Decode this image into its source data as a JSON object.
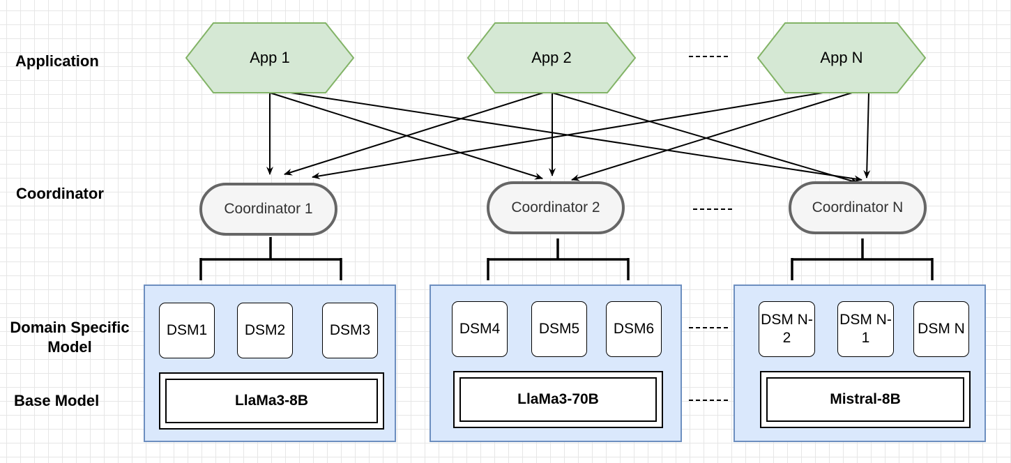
{
  "row_labels": {
    "application": "Application",
    "coordinator": "Coordinator",
    "domain_specific_model": "Domain Specific Model",
    "base_model": "Base Model"
  },
  "apps": [
    "App 1",
    "App 2",
    "App N"
  ],
  "coordinators": [
    "Coordinator 1",
    "Coordinator 2",
    "Coordinator N"
  ],
  "groups": [
    {
      "dsms": [
        "DSM1",
        "DSM2",
        "DSM3"
      ],
      "base": "LlaMa3-8B"
    },
    {
      "dsms": [
        "DSM4",
        "DSM5",
        "DSM6"
      ],
      "base": "LlaMa3-70B"
    },
    {
      "dsms": [
        "DSM N-2",
        "DSM N-1",
        "DSM N"
      ],
      "base": "Mistral-8B"
    }
  ],
  "colors": {
    "app_fill": "#d5e8d4",
    "app_stroke": "#82b366",
    "coord_fill": "#f5f5f5",
    "coord_stroke": "#666666",
    "group_fill": "#dae8fc",
    "group_stroke": "#6c8ebf"
  }
}
